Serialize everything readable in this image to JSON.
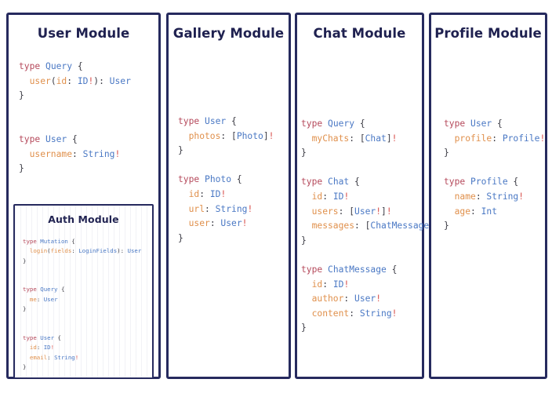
{
  "page": {
    "background_color": "#ffffff",
    "border_color": "#262a5e",
    "title_color": "#1f2150",
    "palette": {
      "keyword": "#b5495b",
      "type_name": "#4a78c4",
      "field_name": "#e0904c",
      "non_null": "#d9534f",
      "punctuation": "#3b3b44"
    }
  },
  "cards": [
    {
      "id": "user",
      "title": "User Module",
      "code_lines": [
        [
          {
            "t": "type ",
            "c": "kw"
          },
          {
            "t": "Query",
            "c": "tn"
          },
          {
            "t": " {",
            "c": "pun"
          }
        ],
        [
          {
            "t": "  user",
            "c": "fld"
          },
          {
            "t": "(",
            "c": "pun"
          },
          {
            "t": "id",
            "c": "fld"
          },
          {
            "t": ": ",
            "c": "pun"
          },
          {
            "t": "ID",
            "c": "tn"
          },
          {
            "t": "!",
            "c": "bang"
          },
          {
            "t": "): ",
            "c": "pun"
          },
          {
            "t": "User",
            "c": "tn"
          }
        ],
        [
          {
            "t": "}",
            "c": "pun"
          }
        ],
        [],
        [],
        [
          {
            "t": "type ",
            "c": "kw"
          },
          {
            "t": "User",
            "c": "tn"
          },
          {
            "t": " {",
            "c": "pun"
          }
        ],
        [
          {
            "t": "  username",
            "c": "fld"
          },
          {
            "t": ": ",
            "c": "pun"
          },
          {
            "t": "String",
            "c": "tn"
          },
          {
            "t": "!",
            "c": "bang"
          }
        ],
        [
          {
            "t": "}",
            "c": "pun"
          }
        ]
      ],
      "nested": {
        "id": "auth",
        "title": "Auth Module",
        "code_lines": [
          [
            {
              "t": "type ",
              "c": "kw"
            },
            {
              "t": "Mutation",
              "c": "tn"
            },
            {
              "t": " {",
              "c": "pun"
            }
          ],
          [
            {
              "t": "  login",
              "c": "fld"
            },
            {
              "t": "(",
              "c": "pun"
            },
            {
              "t": "fields",
              "c": "fld"
            },
            {
              "t": ": ",
              "c": "pun"
            },
            {
              "t": "LoginFields",
              "c": "tn"
            },
            {
              "t": "): ",
              "c": "pun"
            },
            {
              "t": "User",
              "c": "tn"
            }
          ],
          [
            {
              "t": "}",
              "c": "pun"
            }
          ],
          [],
          [],
          [
            {
              "t": "type ",
              "c": "kw"
            },
            {
              "t": "Query",
              "c": "tn"
            },
            {
              "t": " {",
              "c": "pun"
            }
          ],
          [
            {
              "t": "  me",
              "c": "fld"
            },
            {
              "t": ": ",
              "c": "pun"
            },
            {
              "t": "User",
              "c": "tn"
            }
          ],
          [
            {
              "t": "}",
              "c": "pun"
            }
          ],
          [],
          [],
          [
            {
              "t": "type ",
              "c": "kw"
            },
            {
              "t": "User",
              "c": "tn"
            },
            {
              "t": " {",
              "c": "pun"
            }
          ],
          [
            {
              "t": "  id",
              "c": "fld"
            },
            {
              "t": ": ",
              "c": "pun"
            },
            {
              "t": "ID",
              "c": "tn"
            },
            {
              "t": "!",
              "c": "bang"
            }
          ],
          [
            {
              "t": "  email",
              "c": "fld"
            },
            {
              "t": ": ",
              "c": "pun"
            },
            {
              "t": "String",
              "c": "tn"
            },
            {
              "t": "!",
              "c": "bang"
            }
          ],
          [
            {
              "t": "}",
              "c": "pun"
            }
          ]
        ]
      }
    },
    {
      "id": "gallery",
      "title": "Gallery Module",
      "code_lines": [
        [
          {
            "t": "type ",
            "c": "kw"
          },
          {
            "t": "User",
            "c": "tn"
          },
          {
            "t": " {",
            "c": "pun"
          }
        ],
        [
          {
            "t": "  photos",
            "c": "fld"
          },
          {
            "t": ": [",
            "c": "pun"
          },
          {
            "t": "Photo",
            "c": "tn"
          },
          {
            "t": "]",
            "c": "pun"
          },
          {
            "t": "!",
            "c": "bang"
          }
        ],
        [
          {
            "t": "}",
            "c": "pun"
          }
        ],
        [],
        [
          {
            "t": "type ",
            "c": "kw"
          },
          {
            "t": "Photo",
            "c": "tn"
          },
          {
            "t": " {",
            "c": "pun"
          }
        ],
        [
          {
            "t": "  id",
            "c": "fld"
          },
          {
            "t": ": ",
            "c": "pun"
          },
          {
            "t": "ID",
            "c": "tn"
          },
          {
            "t": "!",
            "c": "bang"
          }
        ],
        [
          {
            "t": "  url",
            "c": "fld"
          },
          {
            "t": ": ",
            "c": "pun"
          },
          {
            "t": "String",
            "c": "tn"
          },
          {
            "t": "!",
            "c": "bang"
          }
        ],
        [
          {
            "t": "  user",
            "c": "fld"
          },
          {
            "t": ": ",
            "c": "pun"
          },
          {
            "t": "User",
            "c": "tn"
          },
          {
            "t": "!",
            "c": "bang"
          }
        ],
        [
          {
            "t": "}",
            "c": "pun"
          }
        ]
      ],
      "nested": null
    },
    {
      "id": "chat",
      "title": "Chat Module",
      "code_lines": [
        [
          {
            "t": "type ",
            "c": "kw"
          },
          {
            "t": "Query",
            "c": "tn"
          },
          {
            "t": " {",
            "c": "pun"
          }
        ],
        [
          {
            "t": "  myChats",
            "c": "fld"
          },
          {
            "t": ": [",
            "c": "pun"
          },
          {
            "t": "Chat",
            "c": "tn"
          },
          {
            "t": "]",
            "c": "pun"
          },
          {
            "t": "!",
            "c": "bang"
          }
        ],
        [
          {
            "t": "}",
            "c": "pun"
          }
        ],
        [],
        [
          {
            "t": "type ",
            "c": "kw"
          },
          {
            "t": "Chat",
            "c": "tn"
          },
          {
            "t": " {",
            "c": "pun"
          }
        ],
        [
          {
            "t": "  id",
            "c": "fld"
          },
          {
            "t": ": ",
            "c": "pun"
          },
          {
            "t": "ID",
            "c": "tn"
          },
          {
            "t": "!",
            "c": "bang"
          }
        ],
        [
          {
            "t": "  users",
            "c": "fld"
          },
          {
            "t": ": [",
            "c": "pun"
          },
          {
            "t": "User",
            "c": "tn"
          },
          {
            "t": "!",
            "c": "bang"
          },
          {
            "t": "]",
            "c": "pun"
          },
          {
            "t": "!",
            "c": "bang"
          }
        ],
        [
          {
            "t": "  messages",
            "c": "fld"
          },
          {
            "t": ": [",
            "c": "pun"
          },
          {
            "t": "ChatMessage",
            "c": "tn"
          },
          {
            "t": "]",
            "c": "pun"
          },
          {
            "t": "!",
            "c": "bang"
          }
        ],
        [
          {
            "t": "}",
            "c": "pun"
          }
        ],
        [],
        [
          {
            "t": "type ",
            "c": "kw"
          },
          {
            "t": "ChatMessage",
            "c": "tn"
          },
          {
            "t": " {",
            "c": "pun"
          }
        ],
        [
          {
            "t": "  id",
            "c": "fld"
          },
          {
            "t": ": ",
            "c": "pun"
          },
          {
            "t": "ID",
            "c": "tn"
          },
          {
            "t": "!",
            "c": "bang"
          }
        ],
        [
          {
            "t": "  author",
            "c": "fld"
          },
          {
            "t": ": ",
            "c": "pun"
          },
          {
            "t": "User",
            "c": "tn"
          },
          {
            "t": "!",
            "c": "bang"
          }
        ],
        [
          {
            "t": "  content",
            "c": "fld"
          },
          {
            "t": ": ",
            "c": "pun"
          },
          {
            "t": "String",
            "c": "tn"
          },
          {
            "t": "!",
            "c": "bang"
          }
        ],
        [
          {
            "t": "}",
            "c": "pun"
          }
        ]
      ],
      "nested": null
    },
    {
      "id": "profile",
      "title": "Profile Module",
      "code_lines": [
        [
          {
            "t": "type ",
            "c": "kw"
          },
          {
            "t": "User",
            "c": "tn"
          },
          {
            "t": " {",
            "c": "pun"
          }
        ],
        [
          {
            "t": "  profile",
            "c": "fld"
          },
          {
            "t": ": ",
            "c": "pun"
          },
          {
            "t": "Profile",
            "c": "tn"
          },
          {
            "t": "!",
            "c": "bang"
          }
        ],
        [
          {
            "t": "}",
            "c": "pun"
          }
        ],
        [],
        [
          {
            "t": "type ",
            "c": "kw"
          },
          {
            "t": "Profile",
            "c": "tn"
          },
          {
            "t": " {",
            "c": "pun"
          }
        ],
        [
          {
            "t": "  name",
            "c": "fld"
          },
          {
            "t": ": ",
            "c": "pun"
          },
          {
            "t": "String",
            "c": "tn"
          },
          {
            "t": "!",
            "c": "bang"
          }
        ],
        [
          {
            "t": "  age",
            "c": "fld"
          },
          {
            "t": ": ",
            "c": "pun"
          },
          {
            "t": "Int",
            "c": "tn"
          }
        ],
        [
          {
            "t": "}",
            "c": "pun"
          }
        ]
      ],
      "nested": null
    }
  ]
}
